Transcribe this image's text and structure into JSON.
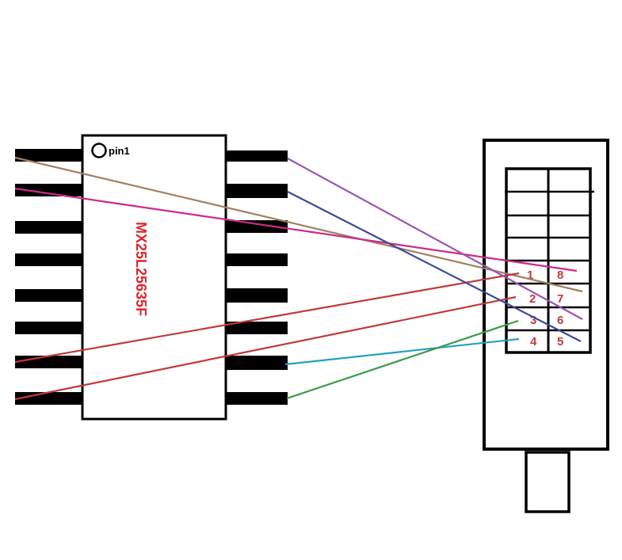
{
  "chip": {
    "part_number": "MX25L25635F",
    "pin1_marker": "pin1",
    "label_color": "#e0242a"
  },
  "connector": {
    "pin_labels": [
      "1",
      "2",
      "3",
      "4",
      "5",
      "6",
      "7",
      "8"
    ],
    "pin_label_color": "#c23b3b"
  },
  "wires": [
    {
      "name": "wire-chip-pin1-to-conn-7",
      "color": "#a08060"
    },
    {
      "name": "wire-chip-pin2-to-conn-8",
      "color": "#cc2a8a"
    },
    {
      "name": "wire-chip-pin7-to-conn-1",
      "color": "#c0393b"
    },
    {
      "name": "wire-chip-pin8-to-conn-2",
      "color": "#c0393b"
    },
    {
      "name": "wire-chip-pin16-to-conn-6",
      "color": "#9955b0"
    },
    {
      "name": "wire-chip-pin15-to-conn-5",
      "color": "#3a4a9a"
    },
    {
      "name": "wire-chip-pin10-to-conn-4",
      "color": "#22a0c0"
    },
    {
      "name": "wire-chip-pin9-to-conn-3",
      "color": "#3a9a4a"
    }
  ]
}
